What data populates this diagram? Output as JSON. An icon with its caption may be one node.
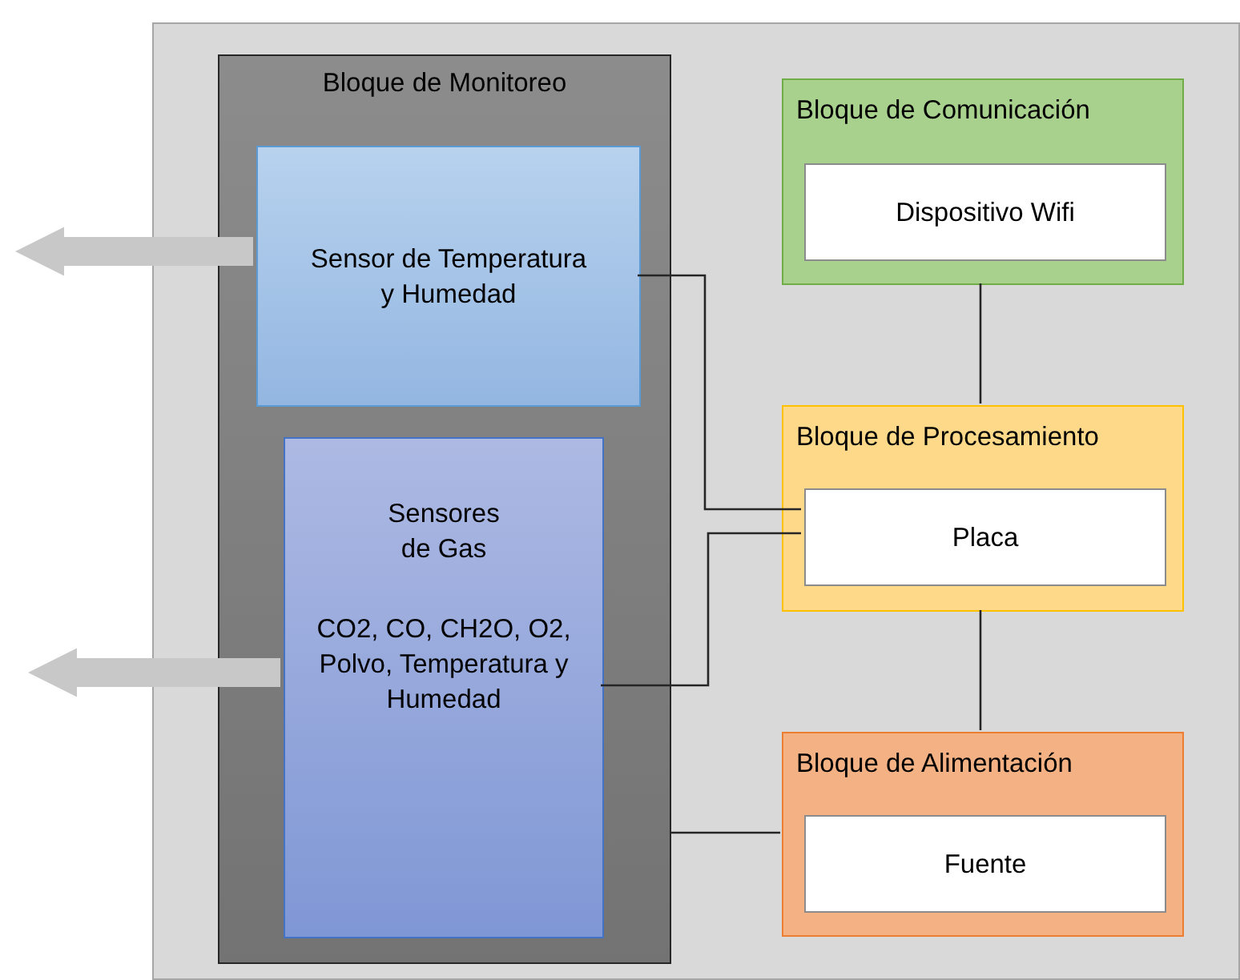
{
  "diagram": {
    "nodes": [
      {
        "text": [],
        "shape": "box"
      },
      {
        "text": [
          "Bloque de Monitoreo"
        ],
        "in": 0
      },
      {
        "text": [
          "Sensor de Temperatura y Humedad"
        ],
        "in": 1
      },
      {
        "text": [
          "Sensores de Gas",
          "CO2, CO, CH2O, O2, Polvo, Temperatura y Humedad"
        ],
        "in": 1
      },
      {
        "text": [
          "Bloque de Comunicación"
        ],
        "in": 0
      },
      {
        "text": [
          "Dispositivo Wifi"
        ],
        "in": 4
      },
      {
        "text": [
          "Bloque de Procesamiento"
        ],
        "in": 0
      },
      {
        "text": [
          "Placa"
        ],
        "in": 6
      },
      {
        "text": [
          "Bloque de Alimentación"
        ],
        "in": 0
      },
      {
        "text": [
          "Fuente"
        ],
        "in": 8
      }
    ],
    "edges": [
      {
        "from": 2,
        "to": null,
        "arrow": "to",
        "style": "thick",
        "color": "#c8c8c8"
      },
      {
        "from": 3,
        "to": null,
        "arrow": "to",
        "style": "thick",
        "color": "#c8c8c8"
      },
      {
        "from": 2,
        "to": 7,
        "arrow": "none"
      },
      {
        "from": 3,
        "to": 7,
        "arrow": "none"
      },
      {
        "from": 4,
        "to": 6,
        "arrow": "none"
      },
      {
        "from": 6,
        "to": 8,
        "arrow": "none"
      },
      {
        "from": 1,
        "to": 8,
        "arrow": "none"
      }
    ]
  }
}
